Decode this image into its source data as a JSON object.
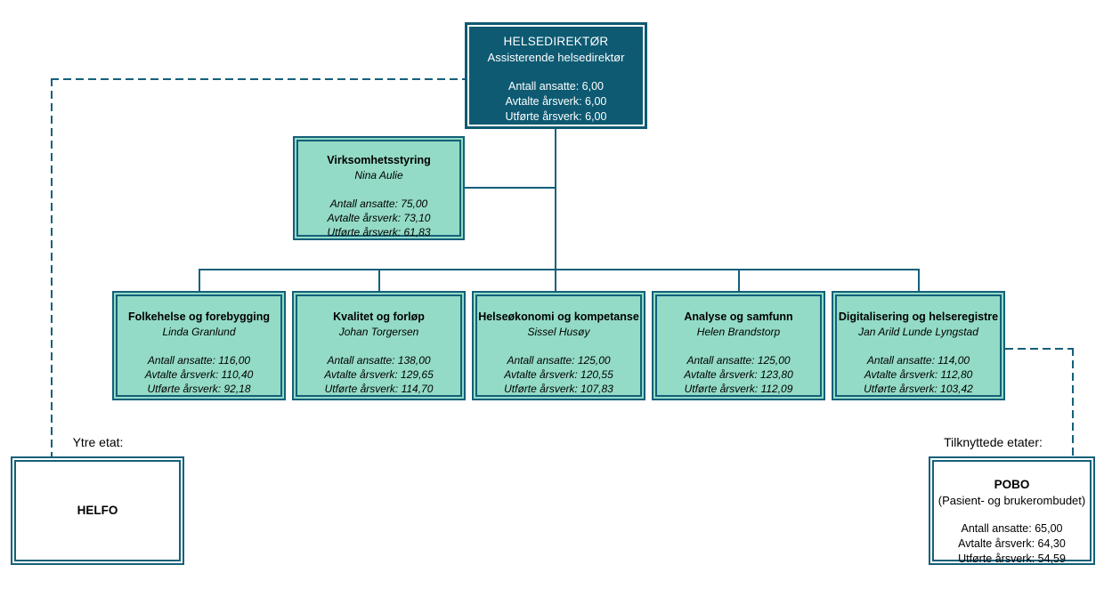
{
  "colors": {
    "dark_teal_fill": "#0d5a72",
    "mint_fill": "#93dbc6",
    "line_teal": "#14607a",
    "white": "#ffffff",
    "text": "#000000"
  },
  "chart": {
    "director": {
      "title": "HELSEDIREKTØR",
      "subtitle": "Assisterende helsedirektør",
      "stats": [
        "Antall ansatte: 6,00",
        "Avtalte årsverk: 6,00",
        "Utførte årsverk: 6,00"
      ]
    },
    "staff_unit": {
      "title": "Virksomhetsstyring",
      "leader": "Nina Aulie",
      "stats": [
        "Antall ansatte: 75,00",
        "Avtalte årsverk: 73,10",
        "Utførte årsverk: 61,83"
      ]
    },
    "divisions": [
      {
        "title": "Folkehelse og forebygging",
        "leader": "Linda Granlund",
        "stats": [
          "Antall ansatte: 116,00",
          "Avtalte årsverk: 110,40",
          "Utførte årsverk: 92,18"
        ]
      },
      {
        "title": "Kvalitet og forløp",
        "leader": "Johan Torgersen",
        "stats": [
          "Antall ansatte: 138,00",
          "Avtalte årsverk: 129,65",
          "Utførte årsverk: 114,70"
        ]
      },
      {
        "title": "Helseøkonomi og kompetanse",
        "leader": "Sissel Husøy",
        "stats": [
          "Antall ansatte: 125,00",
          "Avtalte årsverk: 120,55",
          "Utførte årsverk: 107,83"
        ]
      },
      {
        "title": "Analyse og samfunn",
        "leader": "Helen Brandstorp",
        "stats": [
          "Antall ansatte: 125,00",
          "Avtalte årsverk: 123,80",
          "Utførte årsverk: 112,09"
        ]
      },
      {
        "title": "Digitalisering og helseregistre",
        "leader": "Jan Arild Lunde Lyngstad",
        "stats": [
          "Antall ansatte: 114,00",
          "Avtalte årsverk: 112,80",
          "Utførte årsverk: 103,42"
        ]
      }
    ],
    "external_label": "Ytre etat:",
    "external_agency": {
      "title": "HELFO"
    },
    "affiliated_label": "Tilknyttede etater:",
    "affiliated_agency": {
      "title": "POBO",
      "subtitle": "(Pasient- og brukerombudet)",
      "stats": [
        "Antall ansatte: 65,00",
        "Avtalte årsverk: 64,30",
        "Utførte årsverk: 54,59"
      ]
    }
  }
}
